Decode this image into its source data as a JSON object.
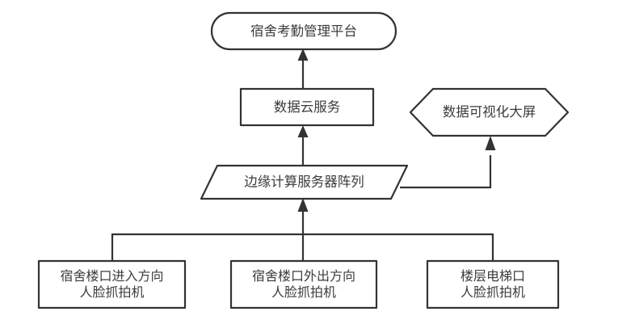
{
  "diagram": {
    "type": "flowchart",
    "direction": "bottom-up",
    "title_text": "",
    "colors": {
      "stroke": "#333333",
      "fill": "#ffffff",
      "text": "#3c3c3c",
      "background": "#ffffff"
    },
    "nodes": [
      {
        "id": "platform",
        "shape": "stadium",
        "label": "宿舍考勤管理平台",
        "lines": [
          "宿舍考勤管理平台"
        ]
      },
      {
        "id": "cloud",
        "shape": "rectangle",
        "label": "数据云服务",
        "lines": [
          "数据云服务"
        ]
      },
      {
        "id": "bigscreen",
        "shape": "hexagon",
        "label": "数据可视化大屏",
        "lines": [
          "数据可视化大屏"
        ]
      },
      {
        "id": "edge-array",
        "shape": "parallelogram",
        "label": "边缘计算服务器阵列",
        "lines": [
          "边缘计算服务器阵列"
        ]
      },
      {
        "id": "cam-in",
        "shape": "rectangle",
        "label": "宿舍楼口进入方向人脸抓拍机",
        "lines": [
          "宿舍楼口进入方向",
          "人脸抓拍机"
        ]
      },
      {
        "id": "cam-out",
        "shape": "rectangle",
        "label": "宿舍楼口外出方向人脸抓拍机",
        "lines": [
          "宿舍楼口外出方向",
          "人脸抓拍机"
        ]
      },
      {
        "id": "cam-elevator",
        "shape": "rectangle",
        "label": "楼层电梯口人脸抓拍机",
        "lines": [
          "楼层电梯口",
          "人脸抓拍机"
        ]
      }
    ],
    "edges": [
      {
        "from": "cloud",
        "to": "platform",
        "label": "",
        "arrow": "single"
      },
      {
        "from": "edge-array",
        "to": "cloud",
        "label": "",
        "arrow": "single"
      },
      {
        "from": "edge-array",
        "to": "bigscreen",
        "label": "",
        "arrow": "single"
      },
      {
        "from": "cam-in",
        "to": "edge-array",
        "label": "",
        "arrow": "single"
      },
      {
        "from": "cam-out",
        "to": "edge-array",
        "label": "",
        "arrow": "single"
      },
      {
        "from": "cam-elevator",
        "to": "edge-array",
        "label": "",
        "arrow": "single"
      }
    ]
  }
}
